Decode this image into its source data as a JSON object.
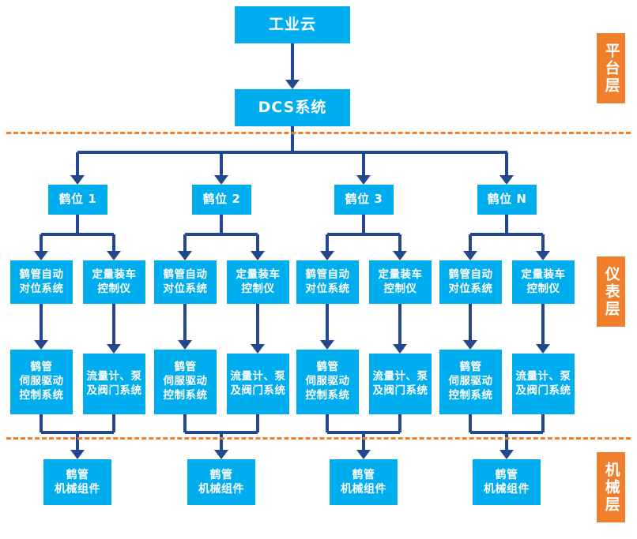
{
  "diagram": {
    "title_node": "工业云",
    "dcs_node": "DCS系统",
    "stations": [
      "鹤位 1",
      "鹤位 2",
      "鹤位 3",
      "鹤位 N"
    ],
    "instruments": {
      "positioning": "鹤管自动\n对位系统",
      "loading_controller": "定量装车\n控制仪"
    },
    "devices": {
      "servo": "鹤管\n伺服驱动\n控制系统",
      "flow": "流量计、泵\n及阀门系统"
    },
    "mechanical": "鹤管\n机械组件",
    "layers": [
      {
        "label": "平台层"
      },
      {
        "label": "仪表层"
      },
      {
        "label": "机械层"
      }
    ],
    "colors": {
      "node_blue": "#00ADEE",
      "layer_orange": "#F07F2C",
      "wire_navy": "#23488E",
      "background": "#FFFFFF"
    }
  }
}
